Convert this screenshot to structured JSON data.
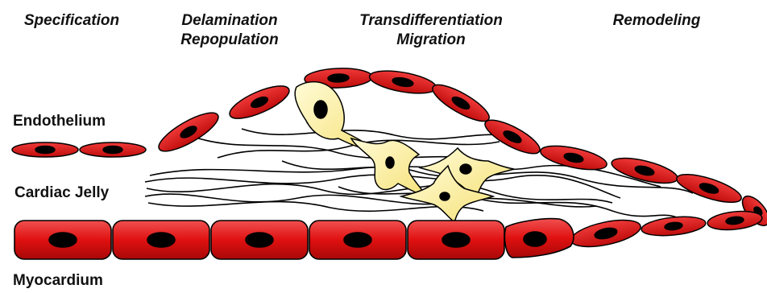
{
  "stages": [
    {
      "id": "specification",
      "lines": [
        "Specification"
      ]
    },
    {
      "id": "delamination",
      "lines": [
        "Delamination",
        "Repopulation"
      ]
    },
    {
      "id": "transdifferentiation",
      "lines": [
        "Transdifferentiation",
        "Migration"
      ]
    },
    {
      "id": "remodeling",
      "lines": [
        "Remodeling"
      ]
    }
  ],
  "layers": {
    "endothelium": "Endothelium",
    "cardiac_jelly": "Cardiac Jelly",
    "myocardium": "Myocardium"
  },
  "colors": {
    "cell_red": "#e01010",
    "nucleus": "#000000",
    "mesenchymal_yellow": "#fbf2a0",
    "outline": "#000000"
  }
}
